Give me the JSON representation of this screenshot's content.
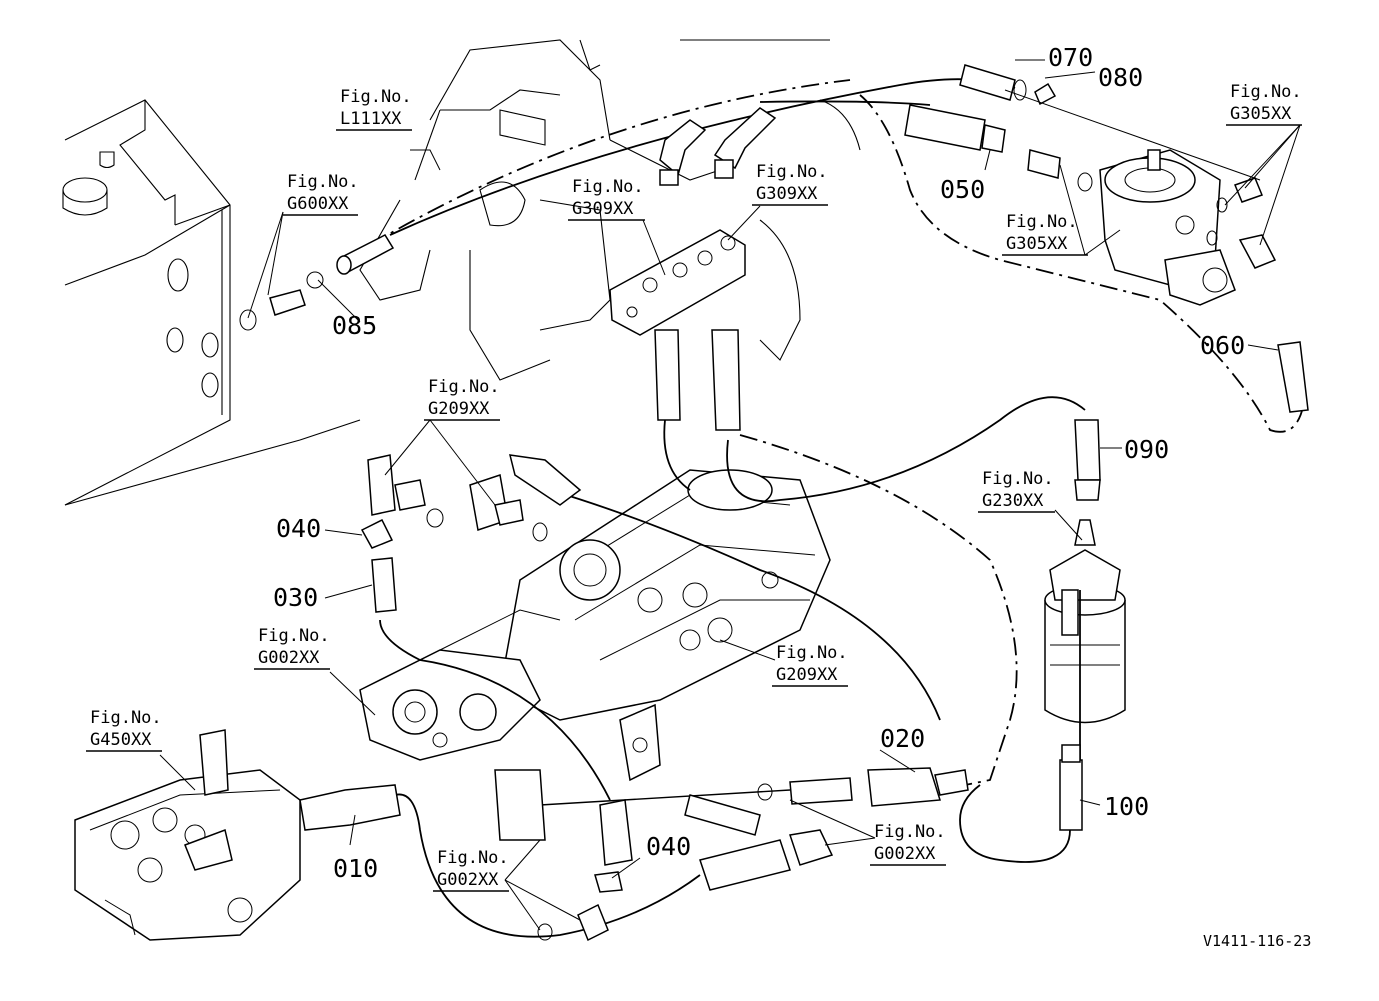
{
  "drawing_code": "V1411-116-23",
  "fig_prefix": "Fig.No.",
  "part_labels": {
    "p010": "010",
    "p020": "020",
    "p030": "030",
    "p040a": "040",
    "p040b": "040",
    "p050": "050",
    "p060": "060",
    "p070": "070",
    "p080": "080",
    "p085": "085",
    "p090": "090",
    "p100": "100"
  },
  "fig_refs": {
    "l111": "L111XX",
    "g600": "G600XX",
    "g309a": "G309XX",
    "g309b": "G309XX",
    "g305a": "G305XX",
    "g305b": "G305XX",
    "g209a": "G209XX",
    "g209b": "G209XX",
    "g230": "G230XX",
    "g002a": "G002XX",
    "g002b": "G002XX",
    "g002c": "G002XX",
    "g450": "G450XX"
  }
}
